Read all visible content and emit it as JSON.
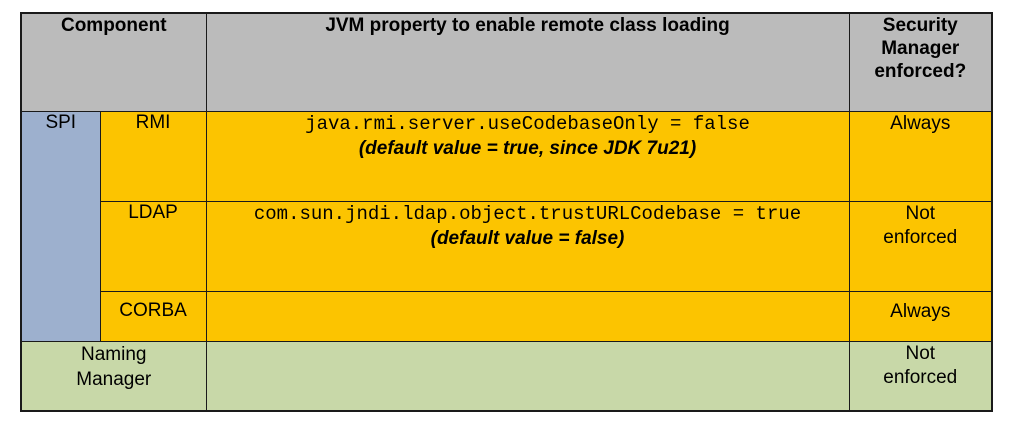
{
  "table": {
    "headers": [
      {
        "label": "Component",
        "colspan": 2
      },
      {
        "label": "JVM property to enable remote class loading",
        "colspan": 1
      },
      {
        "label": "Security Manager enforced?",
        "label_lines": [
          "Security",
          "Manager",
          "enforced?"
        ],
        "colspan": 1
      }
    ],
    "group_label": "SPI",
    "rows": [
      {
        "component": "RMI",
        "property_code": "java.rmi.server.useCodebaseOnly = false",
        "property_note": "(default value = true, since JDK 7u21)",
        "security": "Always",
        "security_lines": [
          "Always"
        ]
      },
      {
        "component": "LDAP",
        "property_code": "com.sun.jndi.ldap.object.trustURLCodebase = true",
        "property_note": "(default value = false)",
        "security": "Not enforced",
        "security_lines": [
          "Not",
          "enforced"
        ]
      },
      {
        "component": "CORBA",
        "property_code": "",
        "property_note": "",
        "security": "Always",
        "security_lines": [
          "Always"
        ]
      }
    ],
    "naming_manager": {
      "label_lines": [
        "Naming",
        "Manager"
      ],
      "label": "Naming Manager",
      "property_code": "",
      "property_note": "",
      "security": "Not enforced",
      "security_lines": [
        "Not",
        "enforced"
      ]
    }
  },
  "colors": {
    "header_fill": "#bbbbbb",
    "group_fill": "#9db0ce",
    "spi_row_fill": "#fcc400",
    "naming_row_fill": "#c8d8a8",
    "border": "#1a1a1a",
    "inner_border_yellow": "#7a5f00",
    "text": "#000000"
  }
}
